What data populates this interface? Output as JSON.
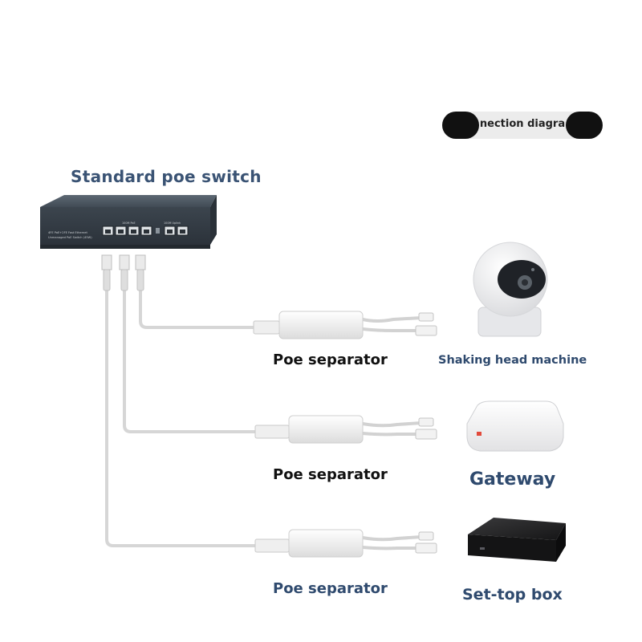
{
  "badge": {
    "text": "nection diagra"
  },
  "switch": {
    "title": "Standard poe switch",
    "panel_text_1": "4FE PoE+2FE Fast Ethernet",
    "panel_text_2": "Unmanaged PoE Switch (45W)",
    "poe_group_label": "100M PoE",
    "uplink_group_label": "100M Uplink"
  },
  "separators": [
    {
      "label": "Poe separator"
    },
    {
      "label": "Poe separator"
    },
    {
      "label": "Poe separator"
    }
  ],
  "devices": [
    {
      "label": "Shaking head machine"
    },
    {
      "label": "Gateway"
    },
    {
      "label": "Set-top box"
    }
  ],
  "colors": {
    "title_blue": "#3a5374",
    "device_blue": "#2f4a6e",
    "switch_body": "#4a5560",
    "cable": "#d8d8d8"
  }
}
